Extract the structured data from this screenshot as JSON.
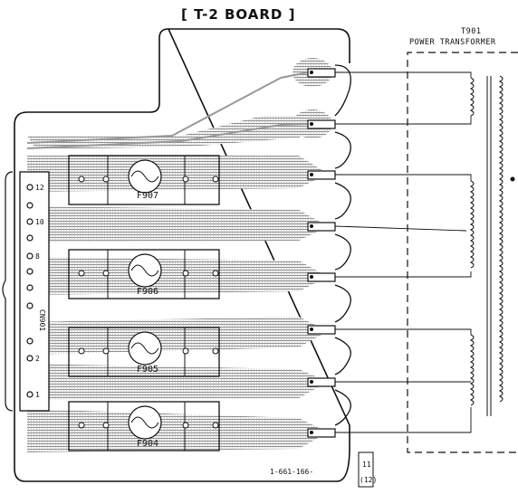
{
  "board": {
    "title": "[ T-2 BOARD ]",
    "part_number": "1-661-166-",
    "page_marker_top": "11",
    "page_marker_bottom": "(12)"
  },
  "transformer": {
    "ref": "T901",
    "name": "POWER TRANSFORMER"
  },
  "fuses": [
    {
      "ref": "F907"
    },
    {
      "ref": "F906"
    },
    {
      "ref": "F905"
    },
    {
      "ref": "F904"
    }
  ],
  "connector": {
    "pins": [
      "12",
      "10",
      "8",
      "2",
      "1"
    ],
    "label": "CN901"
  },
  "colors": {
    "ink": "#111111",
    "copper_hatch": "#9a9a9a",
    "background": "#ffffff"
  }
}
